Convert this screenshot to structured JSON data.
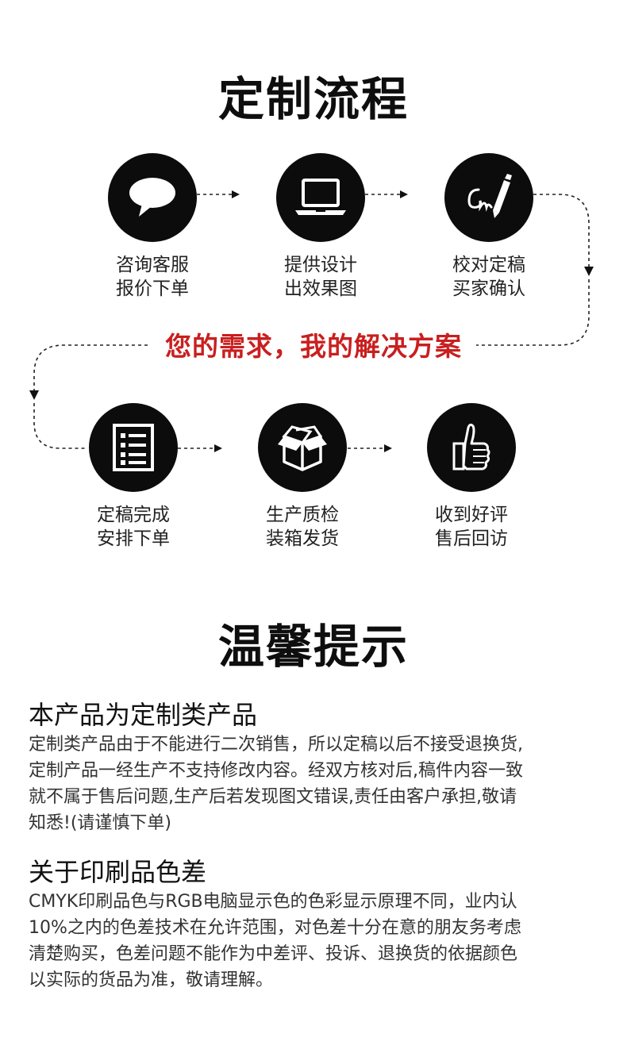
{
  "process": {
    "title": "定制流程",
    "slogan": "您的需求，我的解决方案",
    "steps": [
      {
        "line1": "咨询客服",
        "line2": "报价下单",
        "icon": "chat-bubble-icon"
      },
      {
        "line1": "提供设计",
        "line2": "出效果图",
        "icon": "laptop-icon"
      },
      {
        "line1": "校对定稿",
        "line2": "买家确认",
        "icon": "pen-signature-icon"
      },
      {
        "line1": "定稿完成",
        "line2": "安排下单",
        "icon": "list-document-icon"
      },
      {
        "line1": "生产质检",
        "line2": "装箱发货",
        "icon": "open-box-icon"
      },
      {
        "line1": "收到好评",
        "line2": "售后回访",
        "icon": "thumbs-up-icon"
      }
    ]
  },
  "tips": {
    "title": "温馨提示",
    "items": [
      {
        "heading": "本产品为定制类产品",
        "lines": [
          "定制类产品由于不能进行二次销售，所以定稿以后不接受退换货,",
          "定制产品一经生产不支持修改内容。经双方核对后,稿件内容一致",
          "就不属于售后问题,生产后若发现图文错误,责任由客户承担,敬请",
          "知悉!(请谨慎下单)"
        ]
      },
      {
        "heading": "关于印刷品色差",
        "lines": [
          "CMYK印刷品色与RGB电脑显示色的色彩显示原理不同，业内认",
          "10%之内的色差技术在允许范围，对色差十分在意的朋友务考虑",
          "清楚购买，色差问题不能作为中差评、投诉、退换货的依据颜色",
          "以实际的货品为准，敬请理解。"
        ]
      }
    ]
  },
  "colors": {
    "accent": "#c91f1f",
    "circle": "#0c0c0c"
  }
}
